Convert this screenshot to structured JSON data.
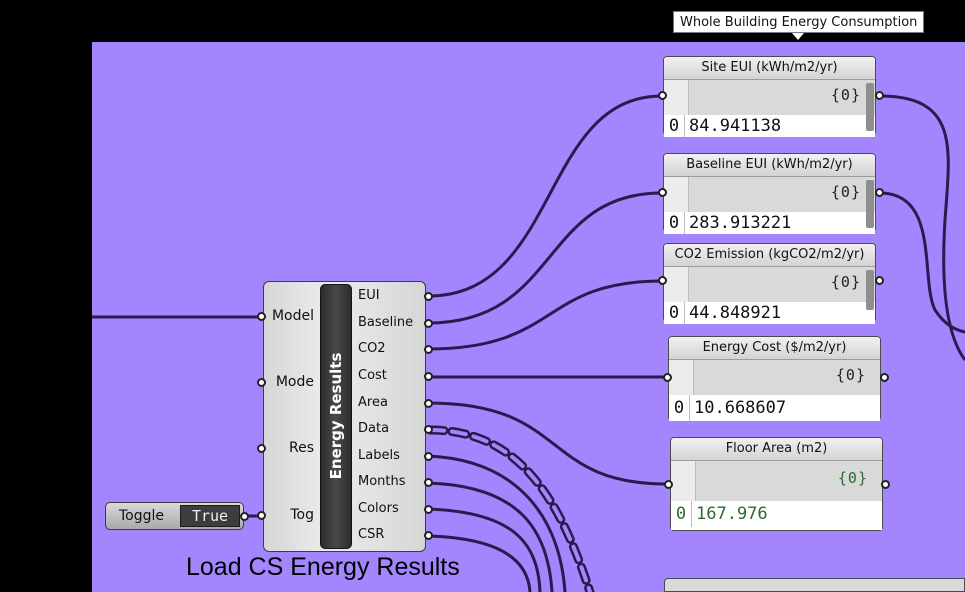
{
  "group": {
    "tooltip": "Whole Building Energy Consumption",
    "title": "Load CS Energy Results"
  },
  "component": {
    "name": "Energy Results",
    "inputs": [
      "Model",
      "Mode",
      "Res",
      "Tog"
    ],
    "outputs": [
      "EUI",
      "Baseline",
      "CO2",
      "Cost",
      "Area",
      "Data",
      "Labels",
      "Months",
      "Colors",
      "CSR"
    ]
  },
  "toggle": {
    "label": "Toggle",
    "value": "True"
  },
  "panels": [
    {
      "title": "Site EUI (kWh/m2/yr)",
      "index": "{0}",
      "row_index": "0",
      "value": "84.941138"
    },
    {
      "title": "Baseline EUI (kWh/m2/yr)",
      "index": "{0}",
      "row_index": "0",
      "value": "283.913221"
    },
    {
      "title": "CO2 Emission (kgCO2/m2/yr)",
      "index": "{0}",
      "row_index": "0",
      "value": "44.848921"
    },
    {
      "title": "Energy Cost ($/m2/yr)",
      "index": "{0}",
      "row_index": "0",
      "value": "10.668607"
    },
    {
      "title": "Floor Area (m2)",
      "index": "{0}",
      "row_index": "0",
      "value": "167.976"
    }
  ],
  "colors": {
    "canvas": "#a385fd",
    "wire": "#2b1a4d",
    "background": "#000000"
  }
}
